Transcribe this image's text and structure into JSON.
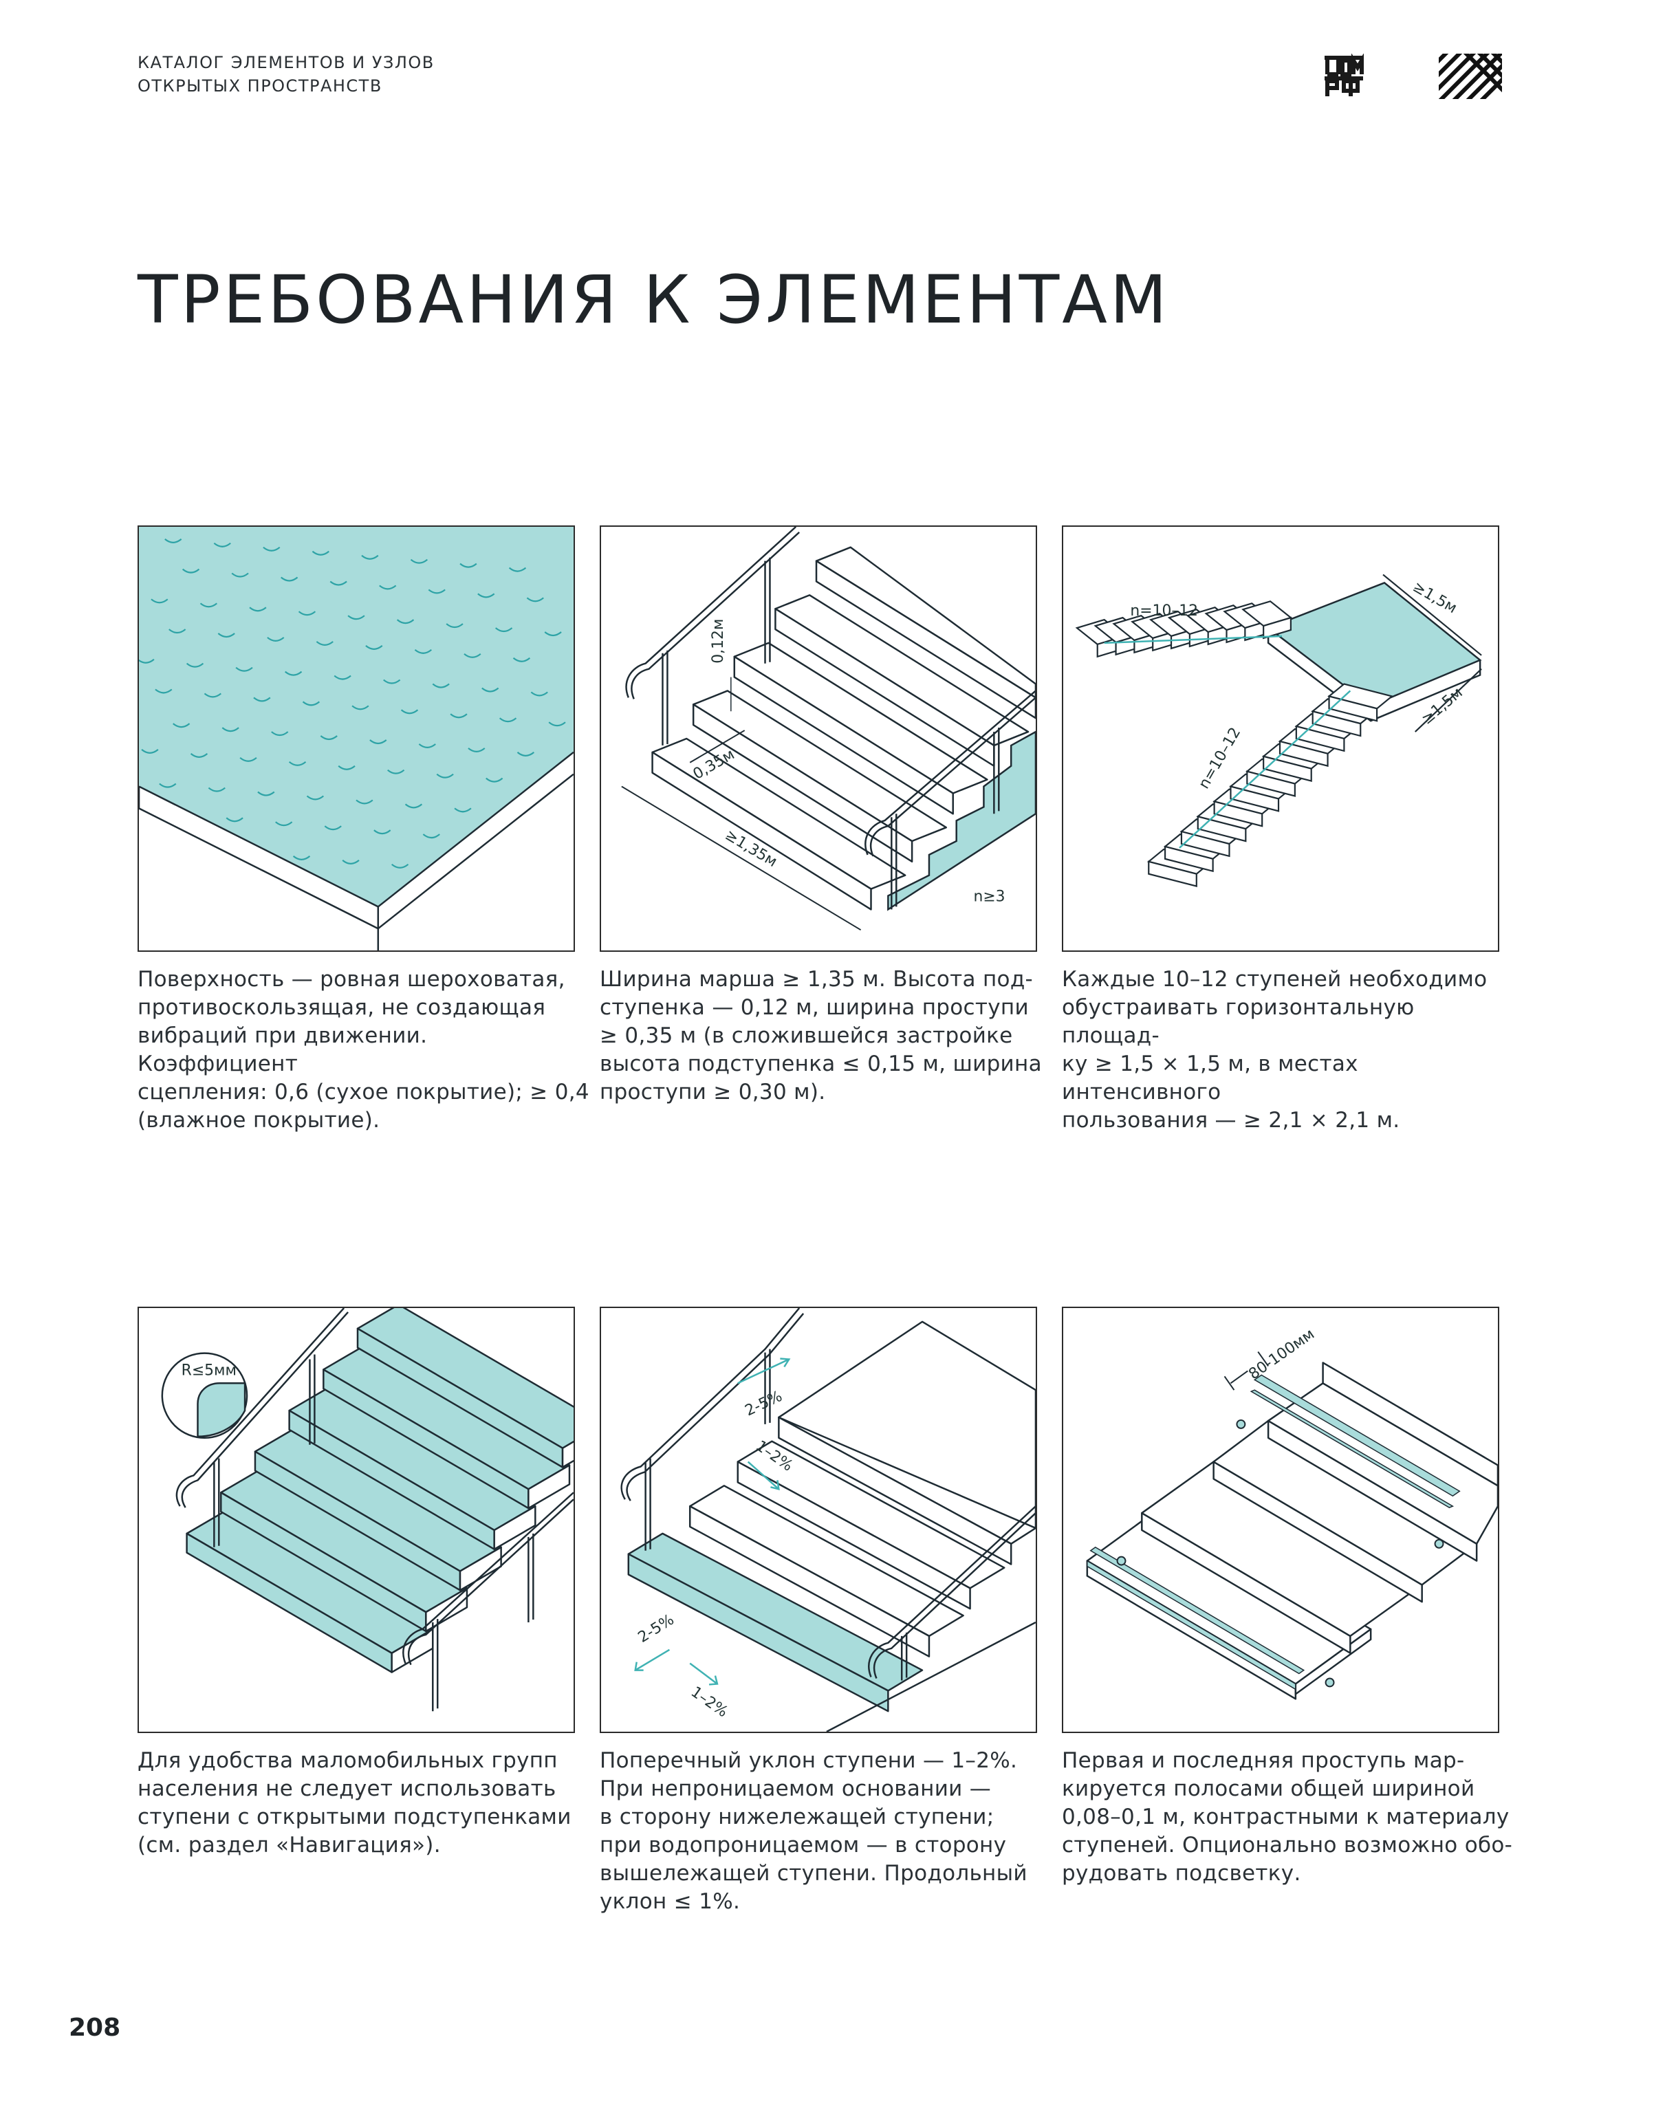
{
  "header": {
    "line1": "КАТАЛОГ ЭЛЕМЕНТОВ И УЗЛОВ",
    "line2": "ОТКРЫТЫХ ПРОСТРАНСТВ"
  },
  "logo1_text": "ДОМ РФ",
  "title": "ТРЕБОВАНИЯ К ЭЛЕМЕНТАМ",
  "colors": {
    "accent": "#a9dcdb",
    "accent_dark": "#3fb2b3",
    "line": "#1e2b33"
  },
  "panels": [
    {
      "caption": "Поверхность — ровная шероховатая,\nпротивоскользящая, не создающая\nвибраций при движении. Коэффициент\nсцепления: 0,6 (сухое покрытие); ≥ 0,4\n(влажное покрытие)."
    },
    {
      "labels": {
        "riser": "0,12м",
        "tread": "0,35м",
        "width": "≥1,35м",
        "count": "n≥3"
      },
      "caption": "Ширина марша ≥ 1,35 м. Высота под-\nступенка — 0,12 м, ширина проступи\n≥ 0,35 м (в сложившейся застройке\nвысота подступенка ≤ 0,15 м, ширина\nпроступи ≥ 0,30 м)."
    },
    {
      "labels": {
        "n_top": "n=10–12",
        "n_diag": "n=10–12",
        "dim1": "≥1,5м",
        "dim2": "≥1,5м"
      },
      "caption": "Каждые 10–12 ступеней необходимо\nобустраивать горизонтальную площад-\nку ≥ 1,5 × 1,5 м, в местах интенсивного\nпользования — ≥ 2,1 × 2,1 м."
    },
    {
      "labels": {
        "radius": "R≤5мм"
      },
      "caption": "Для удобства маломобильных групп\nнаселения не следует использовать\nступени с открытыми подступенками\n(см. раздел «Навигация»)."
    },
    {
      "labels": {
        "slope1": "2-5%",
        "slope2": "1–2%",
        "slope3": "2-5%",
        "slope4": "1–2%"
      },
      "caption": "Поперечный уклон ступени — 1–2%.\nПри непроницаемом основании —\nв сторону нижележащей ступени;\nпри водопроницаемом — в сторону\nвышележащей ступени. Продольный\nуклон ≤ 1%."
    },
    {
      "labels": {
        "stripe": "80-100мм"
      },
      "caption": "Первая и последняя проступь мар-\nкируется полосами общей шириной\n0,08–0,1 м, контрастными к материалу\nступеней. Опционально возможно обо-\nрудовать подсветку."
    }
  ],
  "page_number": "208"
}
